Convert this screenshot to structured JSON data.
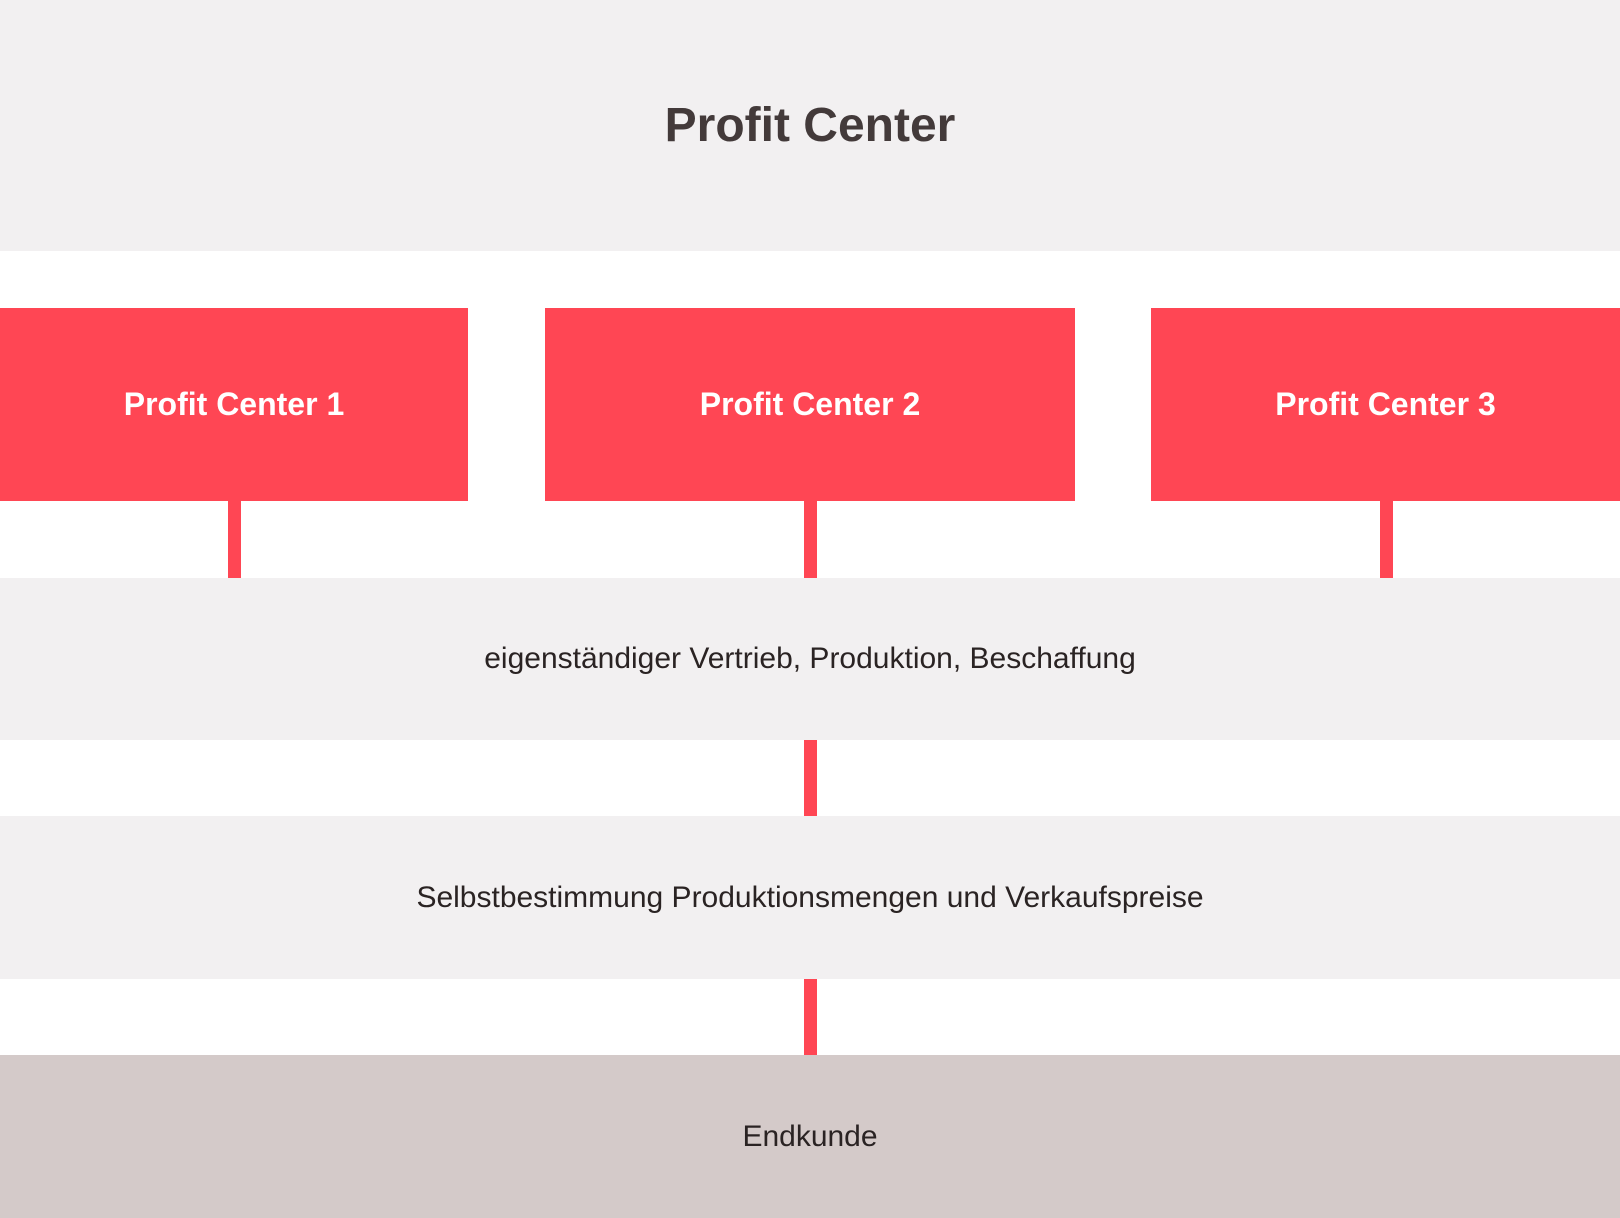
{
  "title": "Profit Center",
  "centers": [
    "Profit Center 1",
    "Profit Center 2",
    "Profit Center 3"
  ],
  "levels": [
    "eigenständiger Vertrieb, Produktion, Beschaffung",
    "Selbstbestimmung Produktionsmengen und Verkaufspreise",
    "Endkunde"
  ],
  "colors": {
    "accent": "#ff4654",
    "band": "#f2f0f1",
    "customer": "#d4cac9",
    "text": "#433a3a"
  }
}
